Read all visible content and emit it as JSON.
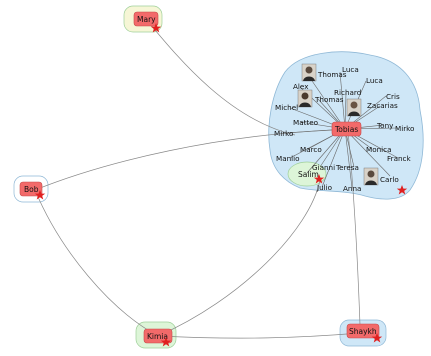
{
  "colors": {
    "node_fill": "#f26a6a",
    "node_stroke": "#c84848",
    "star": "#e02020",
    "bubble_blue": "#cfe7f7",
    "bubble_blue_stroke": "#8fb8d6",
    "bubble_green": "#ddf5d8",
    "bubble_green_stroke": "#9fd09a",
    "bubble_cream": "#f6f6d6",
    "edge": "#888888"
  },
  "hubs": {
    "mary": "Mary",
    "bob": "Bob",
    "kimia": "Kimia",
    "shaykh": "Shaykh",
    "tobias": "Tobias",
    "salim": "Salim"
  },
  "people": {
    "luca_1": "Luca",
    "thomas_1": "Thomas",
    "luca_2": "Luca",
    "alex": "Alex",
    "richard": "Richard",
    "thomas_2": "Thomas",
    "cris": "Cris",
    "michel": "Michel",
    "zacarias": "Zacarias",
    "matteo": "Matteo",
    "tony": "Tony",
    "mirko_1": "Mirko",
    "mirko_2": "Mirko",
    "marco": "Marco",
    "monica": "Monica",
    "manlio": "Manlio",
    "franck": "Franck",
    "gianni": "Gianni",
    "teresa": "Teresa",
    "carlo": "Carlo",
    "julio": "Julio",
    "anna": "Anna"
  },
  "icons": [
    "star-icon",
    "person-photo-icon"
  ]
}
